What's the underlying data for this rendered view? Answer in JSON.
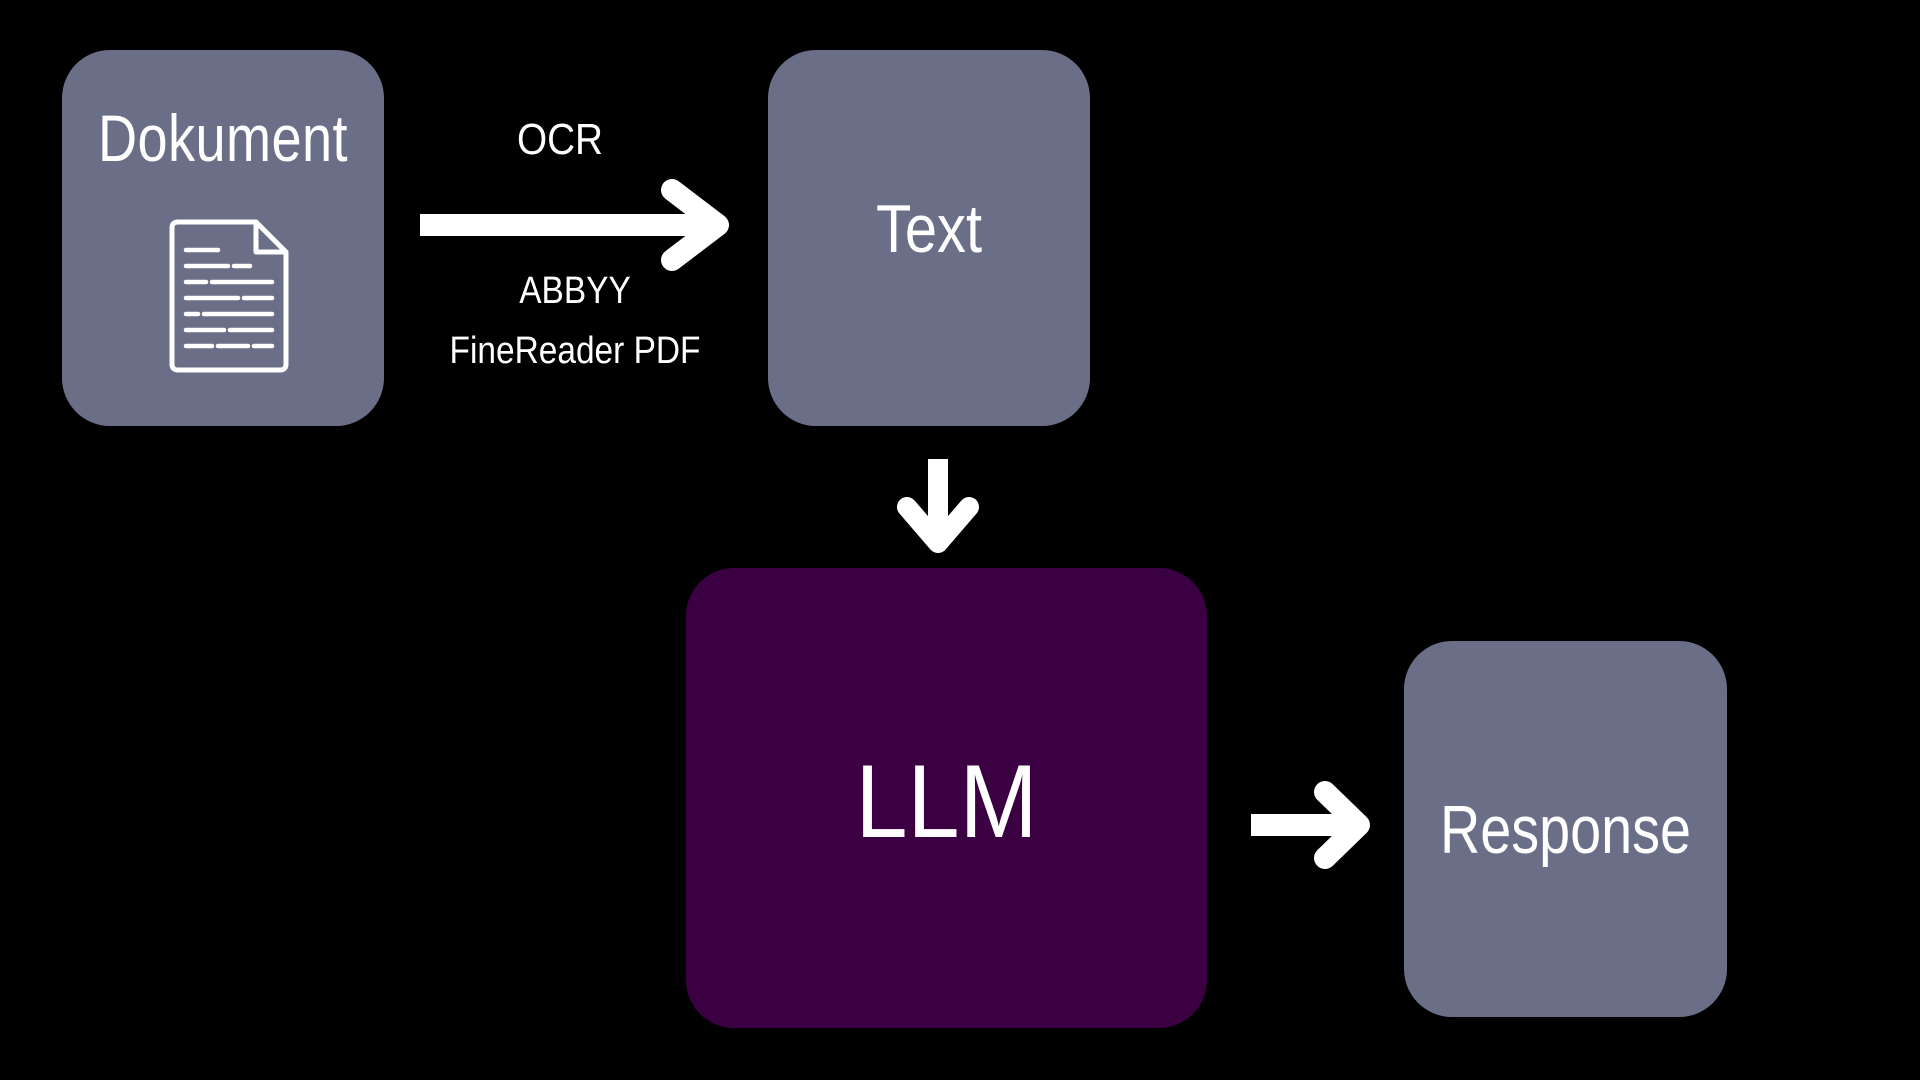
{
  "nodes": {
    "dokument": {
      "label": "Dokument",
      "icon": "document-icon"
    },
    "text": {
      "label": "Text"
    },
    "llm": {
      "label": "LLM"
    },
    "response": {
      "label": "Response"
    }
  },
  "edges": {
    "dokument_to_text": {
      "top_label": "OCR",
      "bottom_label_line1": "ABBYY",
      "bottom_label_line2": "FineReader PDF"
    }
  },
  "colors": {
    "background": "#000000",
    "box_grey": "#6b6e87",
    "box_llm": "#3a0042",
    "foreground": "#ffffff"
  }
}
